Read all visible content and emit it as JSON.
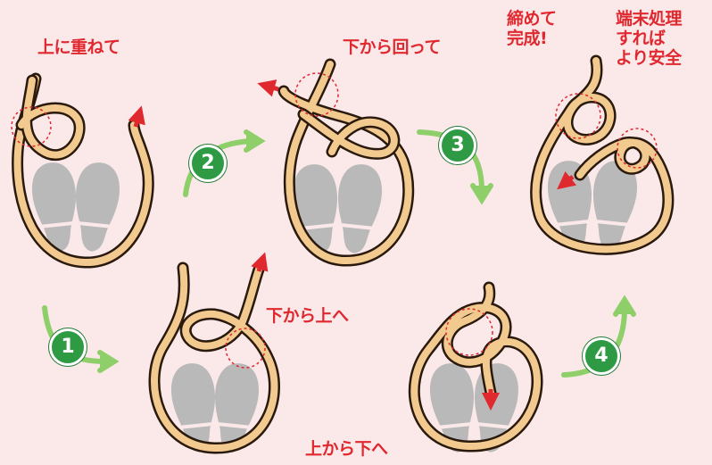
{
  "labels": {
    "overlap_on_top": "上に重ねて",
    "under_to_over": "下から上へ",
    "over_to_under": "上から下へ",
    "wrap_from_under": "下から回って",
    "tighten_done": "締めて\n完成!",
    "end_treatment": "端末処理\nすれば\nより安全"
  },
  "steps": [
    "1",
    "2",
    "3",
    "4"
  ],
  "colors": {
    "background": "#fbe9ea",
    "rope_fill": "#f2c98f",
    "rope_outline": "#2a1a0d",
    "label_red": "#e0282f",
    "badge_green": "#2f9a44",
    "arrow_green": "#8fcf6a",
    "footprint_gray": "#b9b9b9"
  }
}
